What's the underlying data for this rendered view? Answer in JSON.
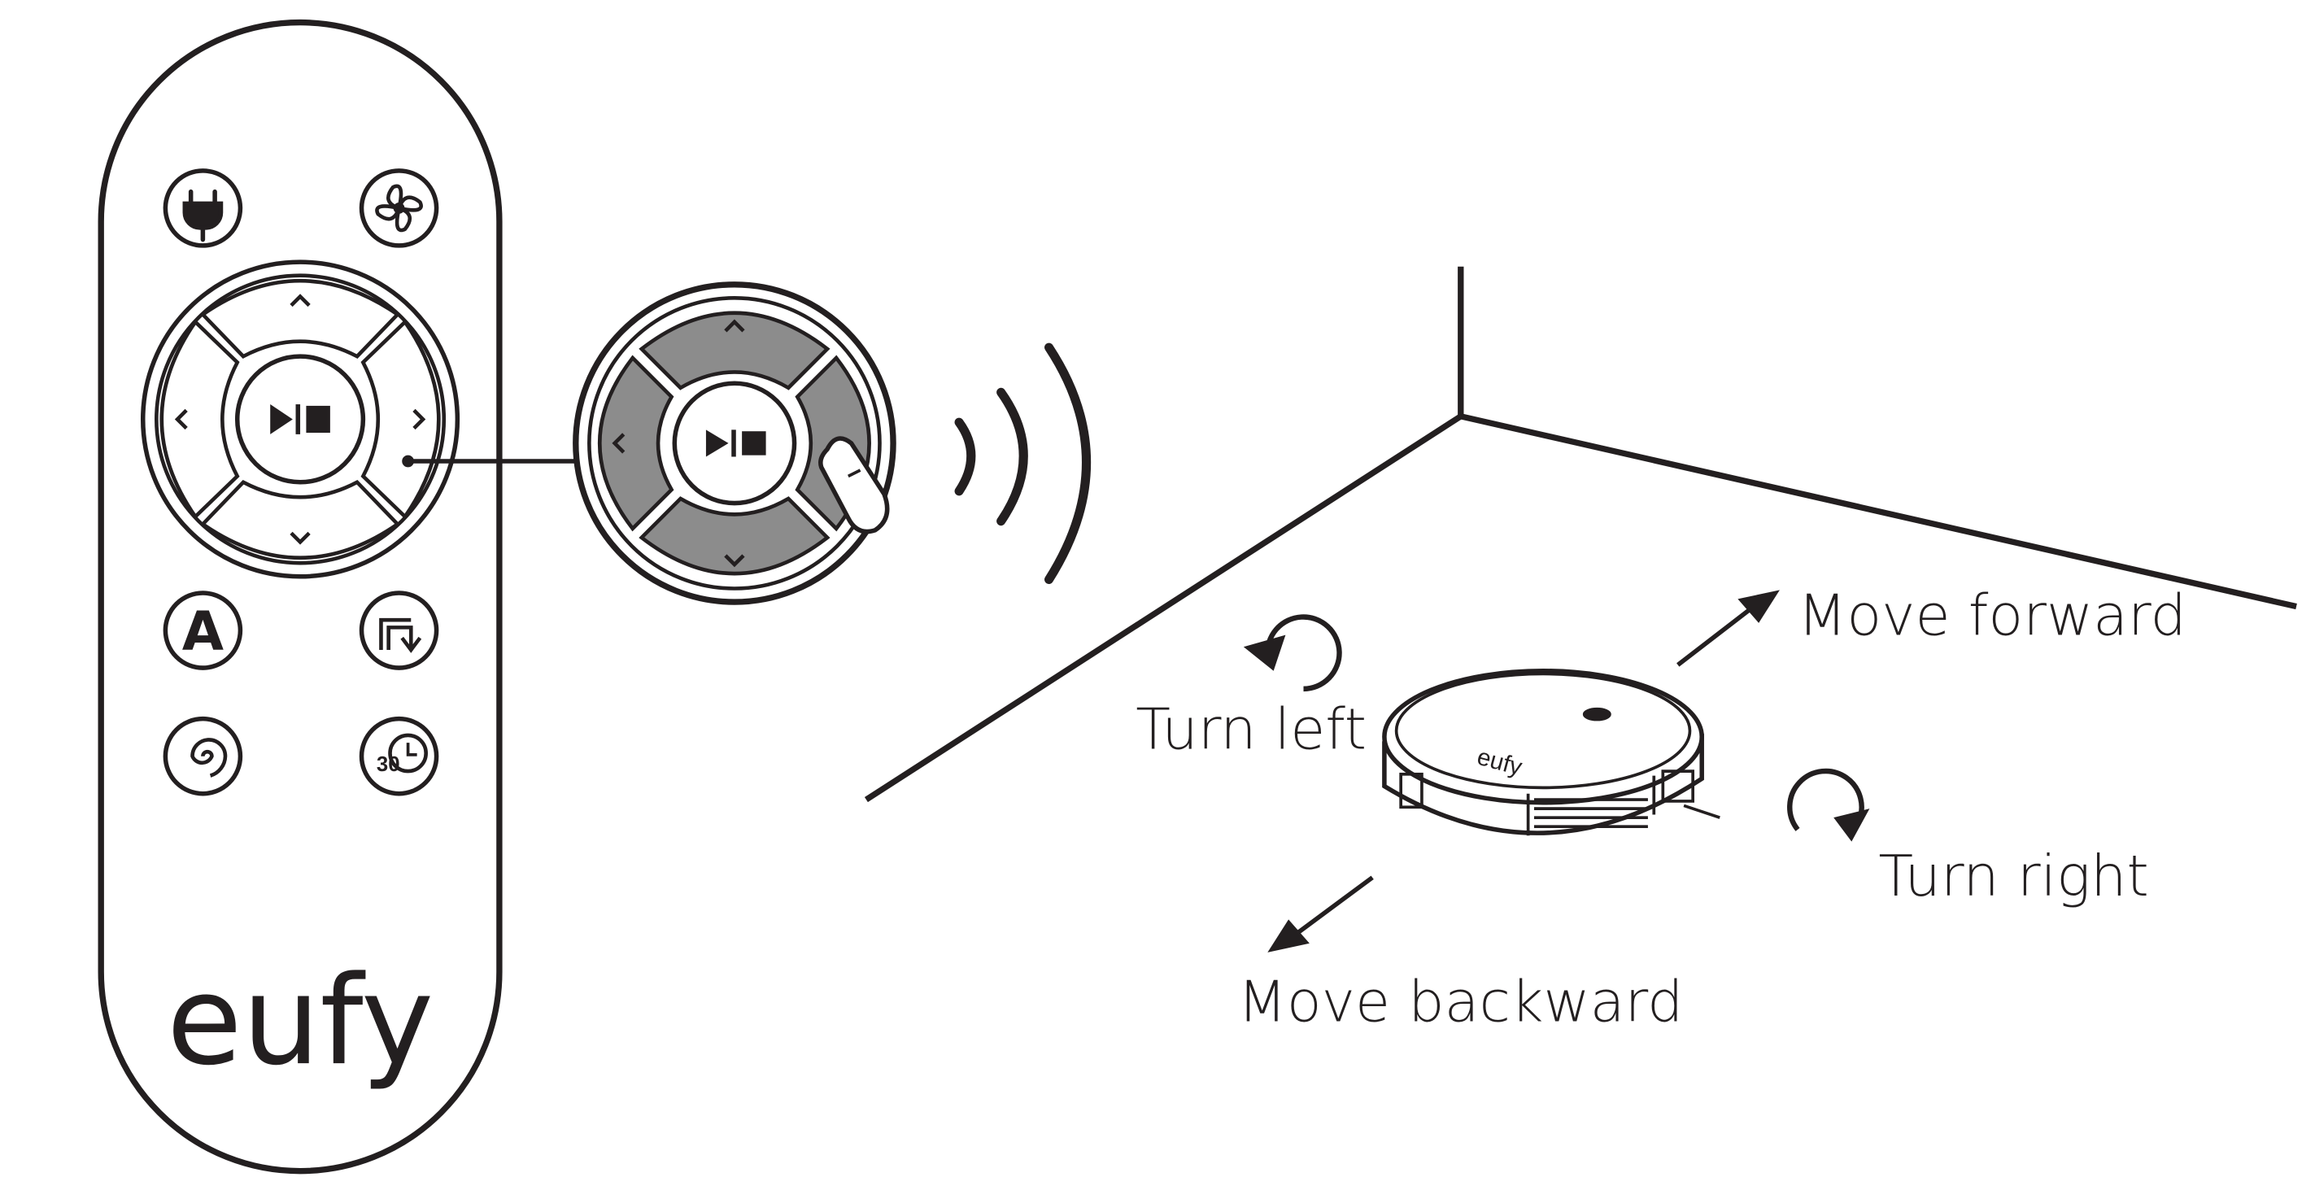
{
  "remote": {
    "brand": "eufy",
    "buttons": [
      {
        "name": "power-icon"
      },
      {
        "name": "fan-icon"
      },
      {
        "name": "auto-clean-icon",
        "glyph": "A"
      },
      {
        "name": "edge-clean-icon"
      },
      {
        "name": "spot-clean-icon"
      },
      {
        "name": "timer-30-icon",
        "text": "30"
      }
    ],
    "dpad": [
      "up-arrow",
      "down-arrow",
      "left-arrow",
      "right-arrow",
      "play-pause-stop"
    ]
  },
  "labels": {
    "move_forward": "Move forward",
    "move_backward": "Move backward",
    "turn_left": "Turn left",
    "turn_right": "Turn right"
  },
  "robot": {
    "brand": "eufy"
  },
  "colors": {
    "line": "#231f20",
    "highlight": "#8c8c8c",
    "background": "#ffffff"
  }
}
